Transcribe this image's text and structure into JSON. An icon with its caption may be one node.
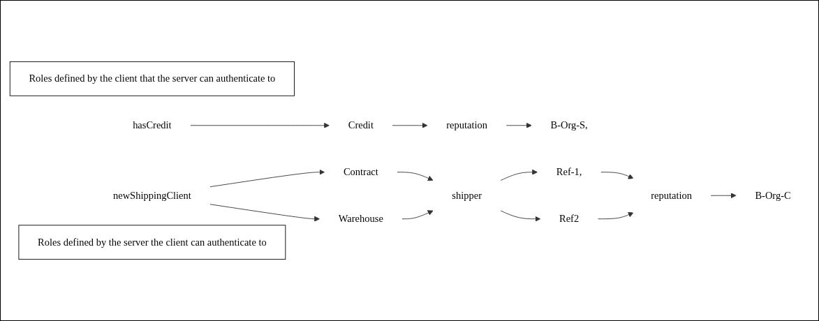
{
  "diagram": {
    "nodes": [
      {
        "text": [
          "Roles defined by the client that the server can authenticate to"
        ]
      },
      {
        "text": [
          "Contract"
        ]
      },
      {
        "text": [
          "Warehouse"
        ]
      },
      {
        "text": [
          "Credit"
        ]
      },
      {
        "text": [
          "B-Org-C"
        ]
      },
      {
        "text": [
          "shipper"
        ]
      },
      {
        "text": [
          "reputation"
        ]
      },
      {
        "text": [
          "B-Org-S,"
        ]
      },
      {
        "text": [
          "Ref-1,"
        ]
      },
      {
        "text": [
          "Ref2"
        ]
      },
      {
        "text": [
          "reputation"
        ]
      },
      {
        "text": [
          "hasCredit"
        ]
      },
      {
        "text": [
          "newShippingClient"
        ]
      },
      {
        "text": [
          "Roles defined by the server the client can authenticate to"
        ]
      }
    ],
    "edges": [
      {
        "from": 1,
        "to": 5,
        "arrow": "to"
      },
      {
        "from": 2,
        "to": 5,
        "arrow": "to"
      },
      {
        "from": 3,
        "to": 6,
        "arrow": "to"
      },
      {
        "from": 6,
        "to": 7,
        "arrow": "to"
      },
      {
        "from": 5,
        "to": 8,
        "arrow": "to"
      },
      {
        "from": 5,
        "to": 9,
        "arrow": "to"
      },
      {
        "from": 8,
        "to": 10,
        "arrow": "to"
      },
      {
        "from": 9,
        "to": 10,
        "arrow": "to"
      },
      {
        "from": 10,
        "to": 4,
        "arrow": "to"
      },
      {
        "from": 11,
        "to": 3,
        "arrow": "to"
      },
      {
        "from": 12,
        "to": 1,
        "arrow": "to"
      },
      {
        "from": 12,
        "to": 2,
        "arrow": "to"
      }
    ]
  }
}
